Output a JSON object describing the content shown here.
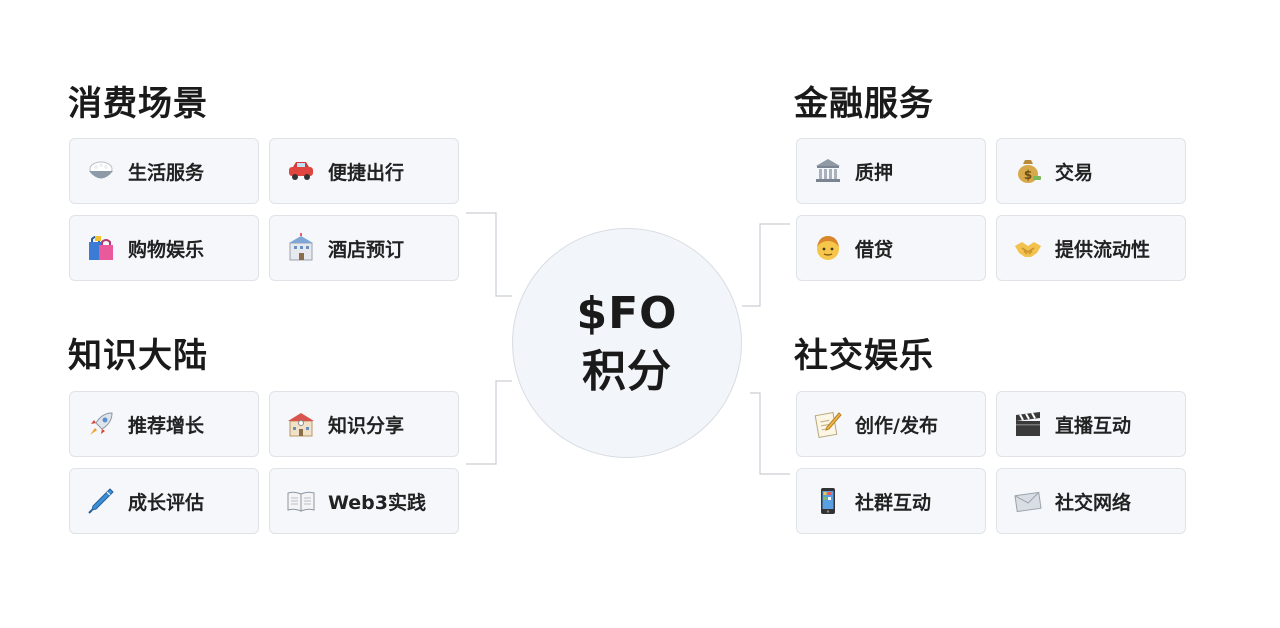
{
  "center": {
    "line1": "$FO",
    "line2": "积分"
  },
  "groups": [
    {
      "title": "消费场景",
      "items": [
        {
          "label": "生活服务",
          "icon": "rice-bowl-icon"
        },
        {
          "label": "便捷出行",
          "icon": "car-icon"
        },
        {
          "label": "购物娱乐",
          "icon": "shopping-bags-icon"
        },
        {
          "label": "酒店预订",
          "icon": "hotel-icon"
        }
      ]
    },
    {
      "title": "金融服务",
      "items": [
        {
          "label": "质押",
          "icon": "bank-icon"
        },
        {
          "label": "交易",
          "icon": "money-bag-icon"
        },
        {
          "label": "借贷",
          "icon": "person-icon"
        },
        {
          "label": "提供流动性",
          "icon": "handshake-icon"
        }
      ]
    },
    {
      "title": "知识大陆",
      "items": [
        {
          "label": "推荐增长",
          "icon": "rocket-icon"
        },
        {
          "label": "知识分享",
          "icon": "school-icon"
        },
        {
          "label": "成长评估",
          "icon": "pen-icon"
        },
        {
          "label": "Web3实践",
          "icon": "book-icon"
        }
      ]
    },
    {
      "title": "社交娱乐",
      "items": [
        {
          "label": "创作/发布",
          "icon": "memo-icon"
        },
        {
          "label": "直播互动",
          "icon": "clapper-board-icon"
        },
        {
          "label": "社群互动",
          "icon": "mobile-phone-icon"
        },
        {
          "label": "社交网络",
          "icon": "envelope-icon"
        }
      ]
    }
  ],
  "colors": {
    "card_bg": "#f5f7fa",
    "card_border": "#dfe3e8",
    "connector": "#c9ced4",
    "center_bg": "#f2f5f9"
  }
}
